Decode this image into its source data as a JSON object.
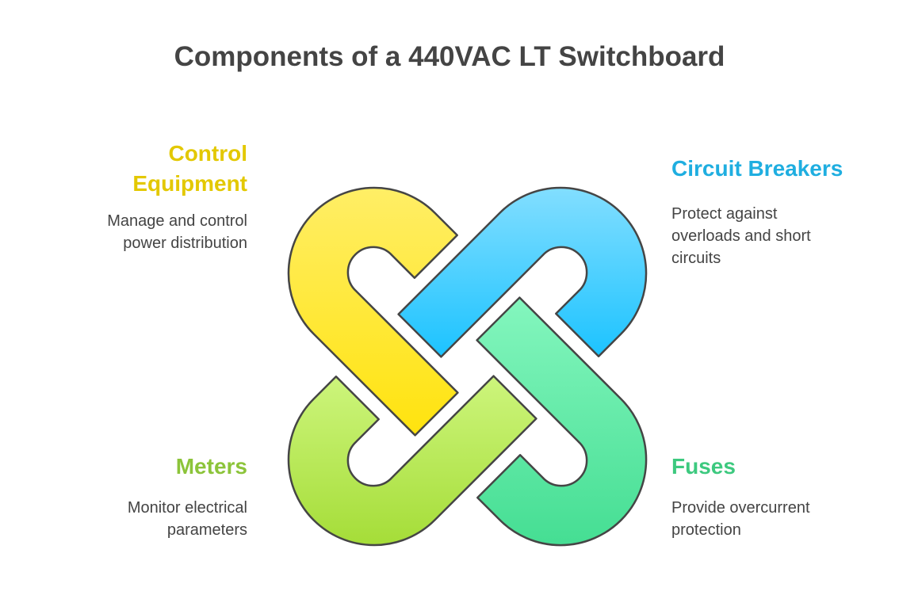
{
  "title": "Components of a 440VAC LT Switchboard",
  "items": [
    {
      "heading": "Control\nEquipment",
      "description": "Manage and control\npower distribution",
      "color": "#E3C800",
      "fill_top": "#FFEE66",
      "fill_bottom": "#FFE30E"
    },
    {
      "heading": "Circuit Breakers",
      "description": "Protect against\noverloads and short\ncircuits",
      "color": "#1FAEE0",
      "fill_top": "#82DEFF",
      "fill_bottom": "#1CC3FF"
    },
    {
      "heading": "Fuses",
      "description": "Provide overcurrent\nprotection",
      "color": "#3DC97F",
      "fill_top": "#84F6BE",
      "fill_bottom": "#45DE93"
    },
    {
      "heading": "Meters",
      "description": "Monitor electrical\nparameters",
      "color": "#8CC43A",
      "fill_top": "#CDF57C",
      "fill_bottom": "#A5DD38"
    }
  ]
}
